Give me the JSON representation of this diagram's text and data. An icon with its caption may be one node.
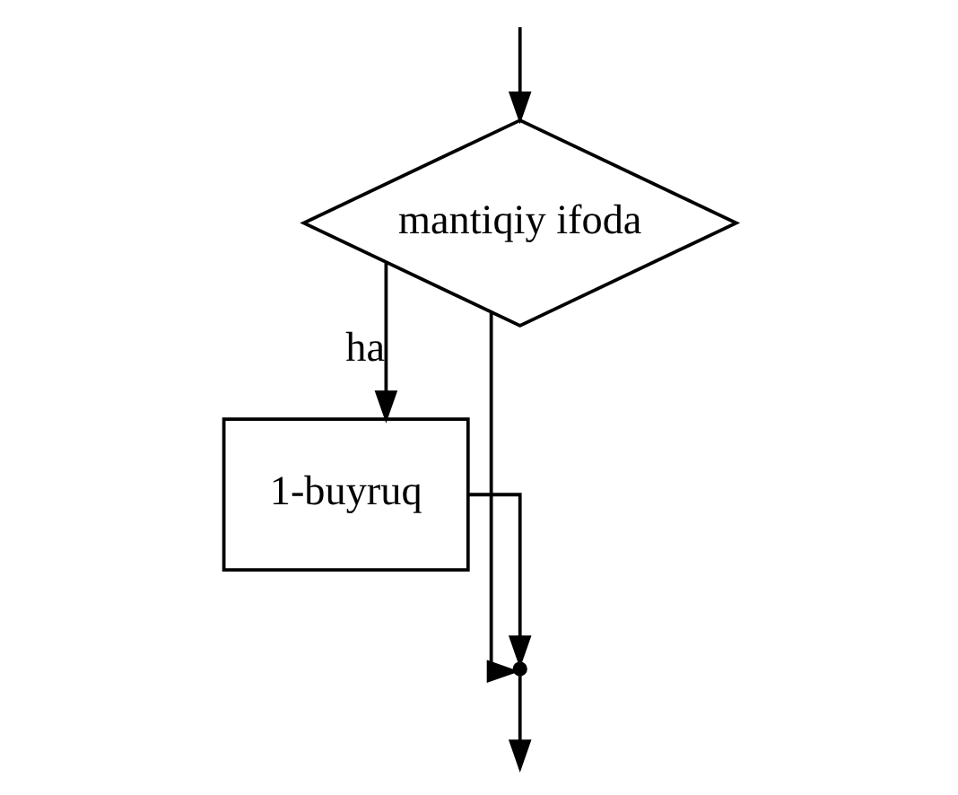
{
  "diagram": {
    "nodes": [
      {
        "text": [
          "mantiqiy ifoda"
        ]
      },
      {
        "text": [
          "1-buyruq"
        ]
      },
      {
        "text": [],
        "shape": "point"
      }
    ],
    "edges": [
      {
        "from": null,
        "to": 0,
        "arrow": "to"
      },
      {
        "from": 0,
        "to": 1,
        "label": "ha",
        "arrow": "to"
      },
      {
        "from": 0,
        "to": 2,
        "arrow": "to"
      },
      {
        "from": 1,
        "to": 2,
        "arrow": "to"
      },
      {
        "from": 2,
        "to": null,
        "arrow": "to"
      }
    ]
  }
}
